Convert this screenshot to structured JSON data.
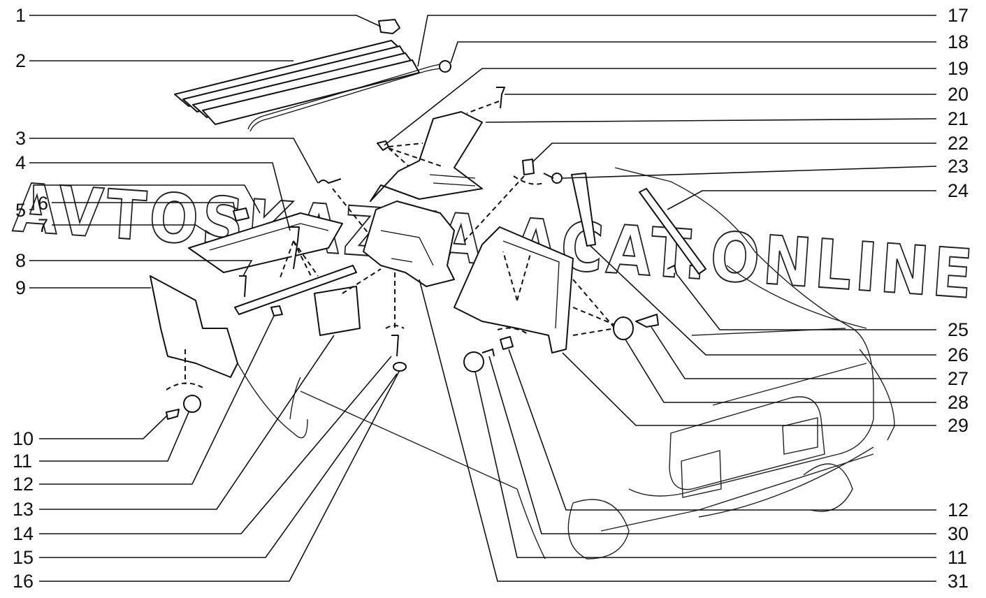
{
  "watermark": "AVTOSKAZKA.ACAT.ONLINE",
  "callouts_left": [
    "1",
    "2",
    "3",
    "4",
    "5",
    "6",
    "7",
    "8",
    "9",
    "10",
    "11",
    "12",
    "13",
    "14",
    "15",
    "16"
  ],
  "callouts_right": [
    "17",
    "18",
    "19",
    "20",
    "21",
    "22",
    "23",
    "24",
    "25",
    "26",
    "27",
    "28",
    "29",
    "12",
    "30",
    "11",
    "31"
  ]
}
